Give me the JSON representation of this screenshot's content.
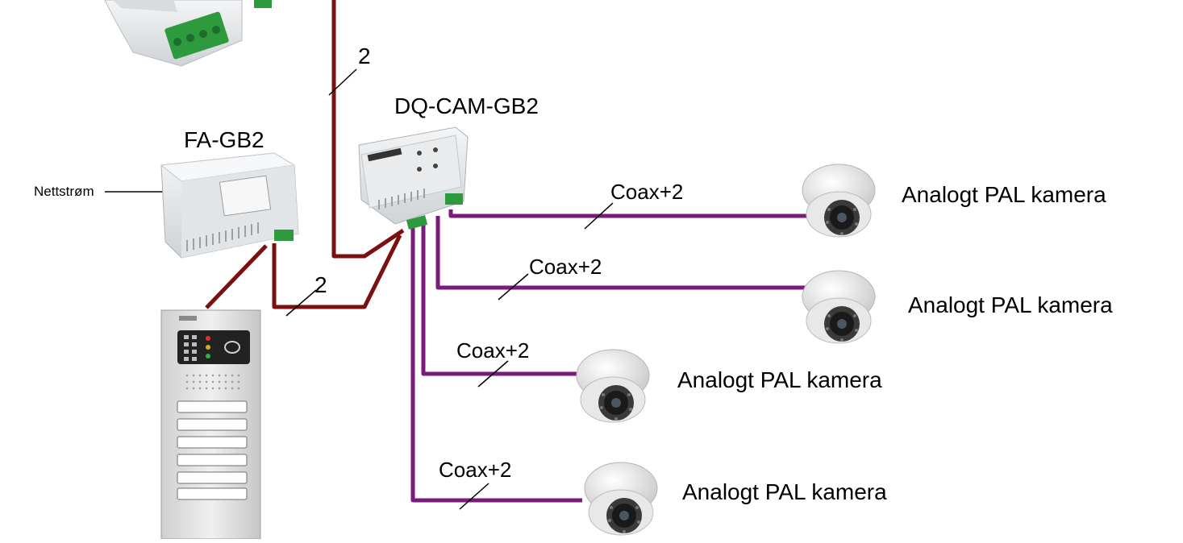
{
  "colors": {
    "bus_wire": "#7b1010",
    "coax_wire": "#7a1a7a",
    "module_body": "#e6e8ea",
    "terminal_green": "#2e9a3e",
    "camera_white": "#f2f2f2"
  },
  "labels": {
    "top_wire_count": "2",
    "dq_cam": "DQ-CAM-GB2",
    "fa_gb2": "FA-GB2",
    "mains": "Nettstrøm",
    "panel_wire_count": "2"
  },
  "cameras": [
    {
      "coax_label": "Coax+2",
      "name": "Analogt PAL kamera"
    },
    {
      "coax_label": "Coax+2",
      "name": "Analogt PAL kamera"
    },
    {
      "coax_label": "Coax+2",
      "name": "Analogt PAL kamera"
    },
    {
      "coax_label": "Coax+2",
      "name": "Analogt PAL kamera"
    }
  ],
  "icons": [
    "din-module-icon",
    "power-supply-icon",
    "camera-module-icon",
    "door-panel-icon",
    "dome-camera-icon"
  ]
}
